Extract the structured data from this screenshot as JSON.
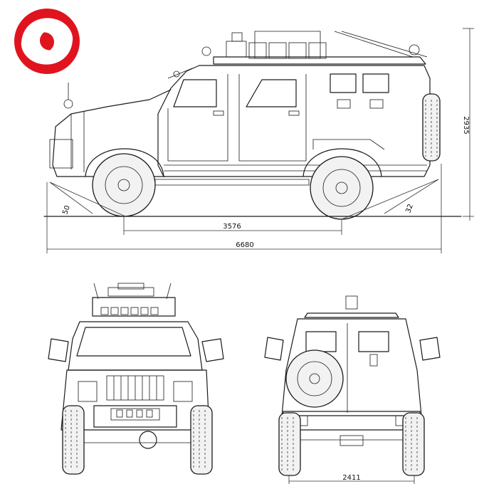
{
  "logo": {
    "name": "red-swirl-logo",
    "color": "#e0141e"
  },
  "colors": {
    "line": "#1a1a1a",
    "background": "#ffffff"
  },
  "dimensions": {
    "overall_length": "6680",
    "wheelbase": "3576",
    "height": "2935",
    "approach_angle": "50",
    "departure_angle": "32",
    "rear_track": "2411"
  }
}
